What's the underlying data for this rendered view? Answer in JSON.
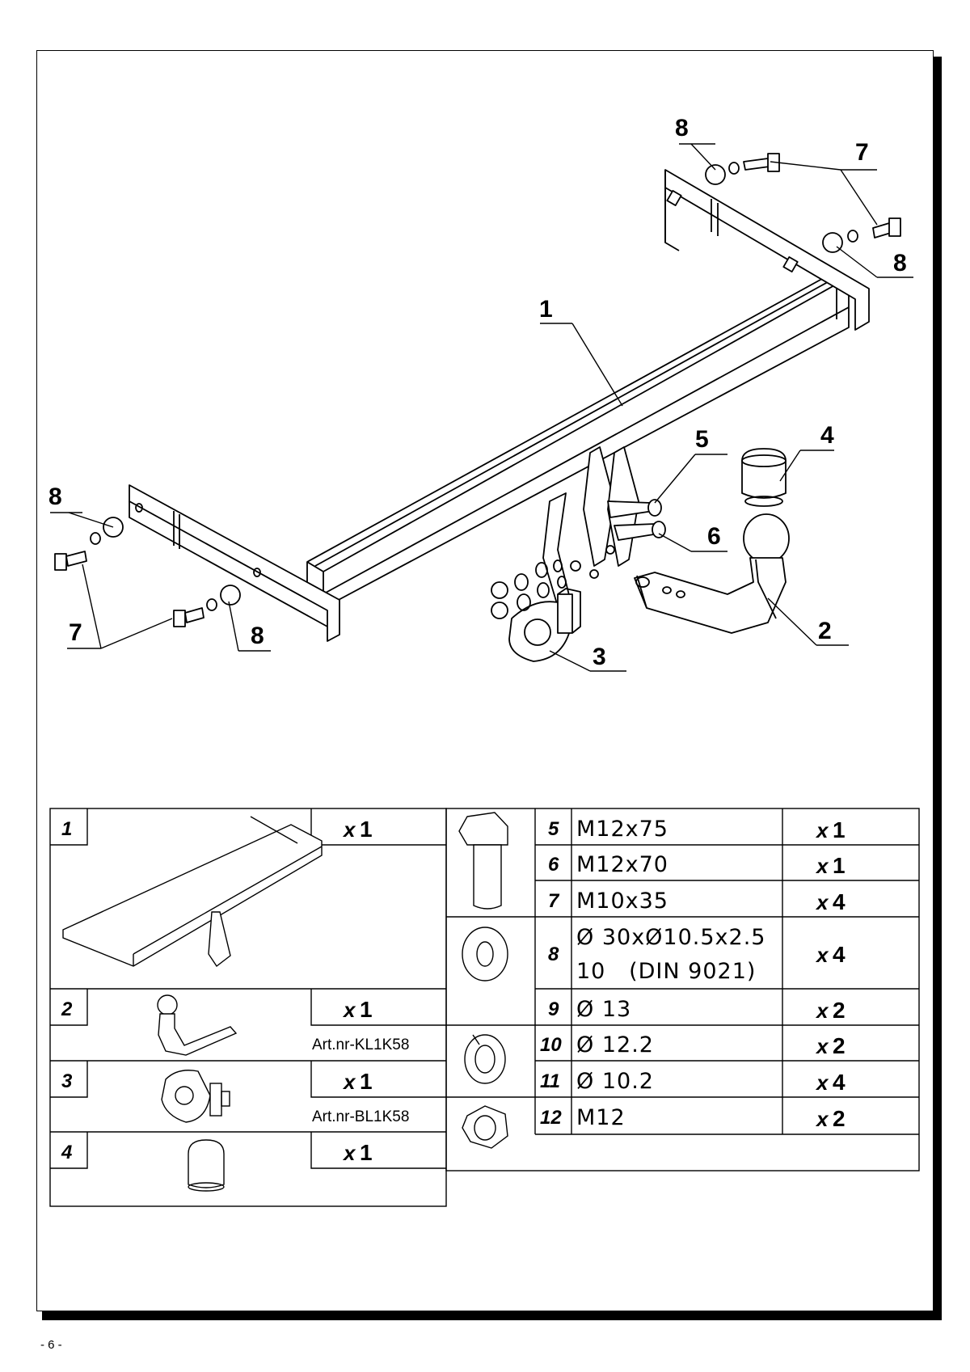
{
  "page_number": "- 6 -",
  "diagram_callouts": {
    "c1": "1",
    "c2": "2",
    "c3": "3",
    "c4": "4",
    "c5": "5",
    "c6": "6",
    "c7a": "7",
    "c7b": "7",
    "c8a": "8",
    "c8b": "8",
    "c8c": "8",
    "c8d": "8"
  },
  "parts_list": {
    "left": [
      {
        "num": "1",
        "qty_prefix": "x",
        "qty": "1",
        "art": ""
      },
      {
        "num": "2",
        "qty_prefix": "x",
        "qty": "1",
        "art": "Art.nr-KL1K58"
      },
      {
        "num": "3",
        "qty_prefix": "x",
        "qty": "1",
        "art": "Art.nr-BL1K58"
      },
      {
        "num": "4",
        "qty_prefix": "x",
        "qty": "1",
        "art": ""
      }
    ],
    "right": [
      {
        "num": "5",
        "spec": "M12x75",
        "spec2": "",
        "qty_prefix": "x",
        "qty": "1"
      },
      {
        "num": "6",
        "spec": "M12x70",
        "spec2": "",
        "qty_prefix": "x",
        "qty": "1"
      },
      {
        "num": "7",
        "spec": "M10x35",
        "spec2": "",
        "qty_prefix": "x",
        "qty": "4"
      },
      {
        "num": "8",
        "spec": "Ø 30xØ10.5x2.5",
        "spec2": "10   (DIN 9021)",
        "qty_prefix": "x",
        "qty": "4"
      },
      {
        "num": "9",
        "spec": "Ø 13",
        "spec2": "",
        "qty_prefix": "x",
        "qty": "2"
      },
      {
        "num": "10",
        "spec": "Ø 12.2",
        "spec2": "",
        "qty_prefix": "x",
        "qty": "2"
      },
      {
        "num": "11",
        "spec": "Ø 10.2",
        "spec2": "",
        "qty_prefix": "x",
        "qty": "4"
      },
      {
        "num": "12",
        "spec": "M12",
        "spec2": "",
        "qty_prefix": "x",
        "qty": "2"
      }
    ]
  }
}
